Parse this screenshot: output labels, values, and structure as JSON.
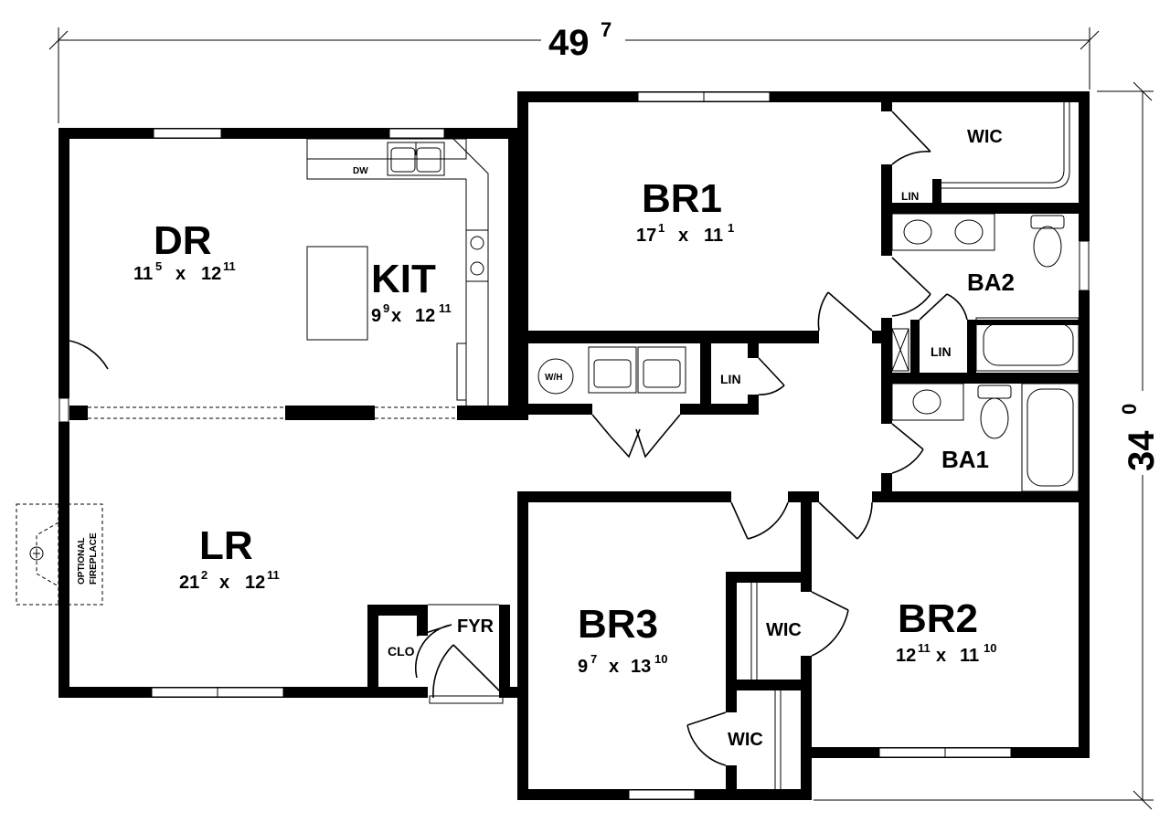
{
  "overall": {
    "width": {
      "main": "49",
      "sup": "7"
    },
    "depth": {
      "main": "34",
      "sup": "0"
    }
  },
  "rooms": {
    "dr": {
      "name": "DR",
      "w": "11",
      "ws": "5",
      "sep": "x",
      "d": "12",
      "ds": "11"
    },
    "kit": {
      "name": "KIT",
      "w": "9",
      "ws": "9",
      "sep": "x",
      "d": "12",
      "ds": "11"
    },
    "br1": {
      "name": "BR1",
      "w": "17",
      "ws": "1",
      "sep": "x",
      "d": "11",
      "ds": "1"
    },
    "lr": {
      "name": "LR",
      "w": "21",
      "ws": "2",
      "sep": "x",
      "d": "12",
      "ds": "11"
    },
    "br3": {
      "name": "BR3",
      "w": "9",
      "ws": "7",
      "sep": "x",
      "d": "13",
      "ds": "10"
    },
    "br2": {
      "name": "BR2",
      "w": "12",
      "ws": "11",
      "sep": "x",
      "d": "11",
      "ds": "10"
    }
  },
  "labels": {
    "wic_br1": "WIC",
    "lin_br1": "LIN",
    "ba2": "BA2",
    "lin_hall": "LIN",
    "lin_ba2": "LIN",
    "ba1": "BA1",
    "wic_br3_a": "WIC",
    "wic_br3_b": "WIC",
    "fyr": "FYR",
    "clo": "CLO",
    "dw": "DW",
    "wh": "W/H",
    "fireplace_line1": "OPTIONAL",
    "fireplace_line2": "FIREPLACE"
  }
}
